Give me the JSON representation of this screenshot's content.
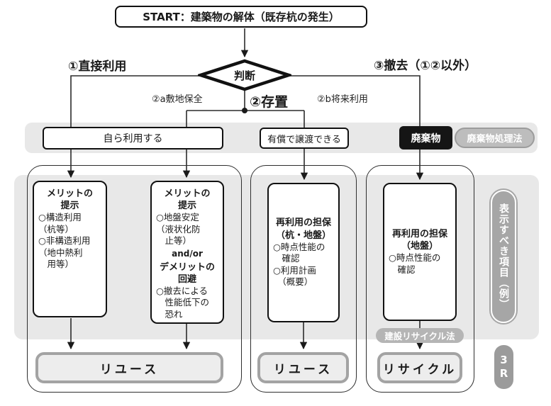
{
  "flow": {
    "start": "START：建築物の解体（既存杭の発生）",
    "decision": "判断",
    "branch_labels": {
      "direct_use": "①直接利用",
      "site_preservation": "②a敷地保全",
      "retain": "②存置",
      "future_use": "②b将来利用",
      "removal": "③撤去（①②以外）"
    },
    "middle_nodes": {
      "self_use": "自ら利用する",
      "paid_transfer": "有償で譲渡できる",
      "waste": "廃棄物",
      "waste_law_badge": "廃棄物処理法"
    },
    "detail_boxes": {
      "merit_structural": {
        "heading": "メリットの\n提示",
        "body": "○構造利用\n（杭等）\n○非構造利用\n（地中熱利\n　用等）"
      },
      "merit_ground": {
        "heading": "メリットの\n提示",
        "body": "○地盤安定\n（液状化防\n　止等）",
        "connector": "and/or",
        "heading2": "デメリットの\n回避",
        "body2": "○撤去による\n　性能低下の\n　恐れ"
      },
      "guarantee_pile_ground": {
        "heading": "再利用の担保\n（杭・地盤）",
        "body": "○時点性能の\n　確認\n○利用計画\n　（概要）"
      },
      "guarantee_ground": {
        "heading": "再利用の担保\n（地盤）",
        "body": "○時点性能の\n　確認"
      }
    },
    "recycle_law_badge": "建設リサイクル法",
    "results": {
      "reuse_1": "リユース",
      "reuse_2": "リユース",
      "recycle": "リサイクル"
    }
  },
  "side": {
    "display_items_label": "表示すべき項目（例）",
    "three_r": "3\nR"
  },
  "colors": {
    "panel_gray": "#e8e8e8",
    "badge_gray": "#b5b5b5",
    "waste_black": "#151515",
    "line": "#2b2b2b",
    "result_border": "#a3a3a3"
  }
}
